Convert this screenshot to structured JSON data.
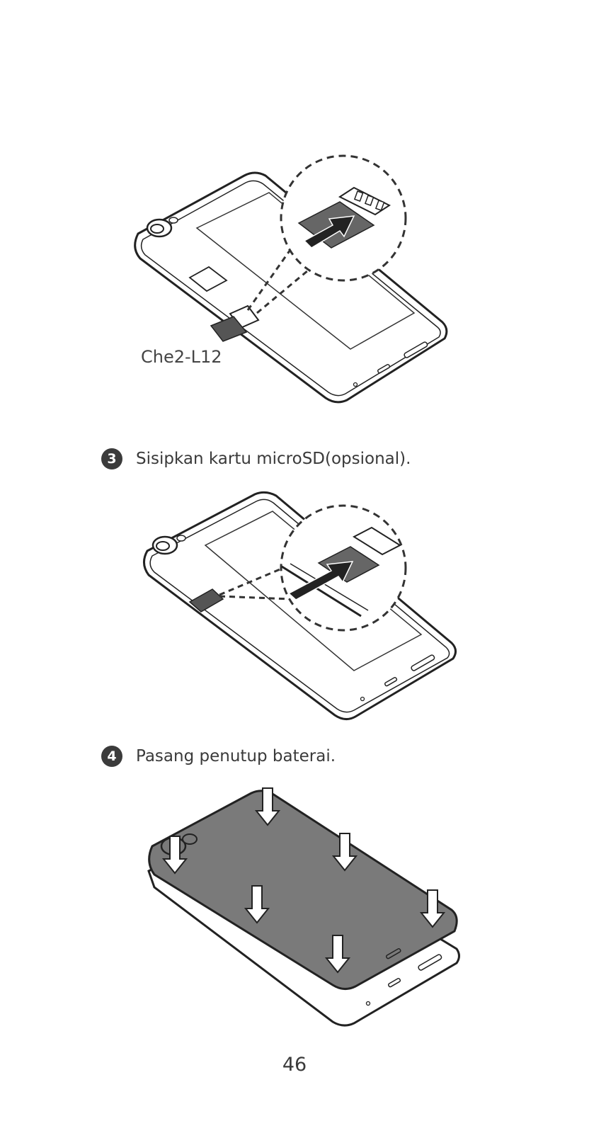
{
  "figure1": {
    "model_label": "Che2-L12"
  },
  "steps": [
    {
      "number": "3",
      "text": "Sisipkan kartu microSD(opsional)."
    },
    {
      "number": "4",
      "text": "Pasang penutup baterai."
    }
  ],
  "page_number": "46",
  "colors": {
    "text": "#3a3a3a",
    "step_badge": "#3b3b3b",
    "cover": "#7a7a7a",
    "line": "#222222"
  }
}
